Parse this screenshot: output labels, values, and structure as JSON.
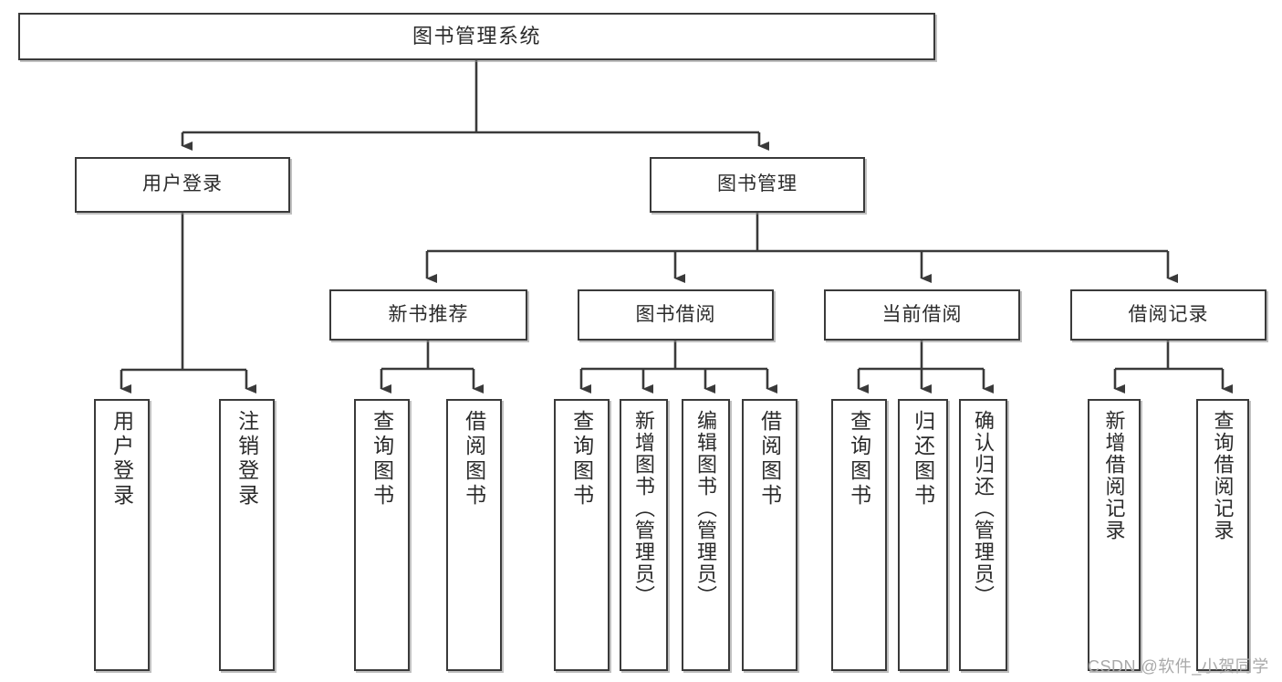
{
  "diagram": {
    "title_node": {
      "label": "图书管理系统"
    },
    "level1": [
      {
        "id": "user-login",
        "label": "用户登录"
      },
      {
        "id": "book-management",
        "label": "图书管理"
      }
    ],
    "level2": [
      {
        "id": "new-book-recommend",
        "label": "新书推荐"
      },
      {
        "id": "book-borrow",
        "label": "图书借阅"
      },
      {
        "id": "current-borrow",
        "label": "当前借阅"
      },
      {
        "id": "borrow-record",
        "label": "借阅记录"
      }
    ],
    "leaves": [
      {
        "id": "leaf-user-login",
        "label": "用户登录",
        "parent": "user-login"
      },
      {
        "id": "leaf-user-logout",
        "label": "注销登录",
        "parent": "user-login"
      },
      {
        "id": "leaf-query-book-1",
        "label": "查询图书",
        "parent": "new-book-recommend"
      },
      {
        "id": "leaf-borrow-book-1",
        "label": "借阅图书",
        "parent": "new-book-recommend"
      },
      {
        "id": "leaf-query-book-2",
        "label": "查询图书",
        "parent": "book-borrow"
      },
      {
        "id": "leaf-add-book",
        "label": "新增图书（管理员）",
        "parent": "book-borrow"
      },
      {
        "id": "leaf-edit-book",
        "label": "编辑图书（管理员）",
        "parent": "book-borrow"
      },
      {
        "id": "leaf-borrow-book-2",
        "label": "借阅图书",
        "parent": "book-borrow"
      },
      {
        "id": "leaf-query-book-3",
        "label": "查询图书",
        "parent": "current-borrow"
      },
      {
        "id": "leaf-return-book",
        "label": "归还图书",
        "parent": "current-borrow"
      },
      {
        "id": "leaf-confirm-return",
        "label": "确认归还（管理员）",
        "parent": "current-borrow"
      },
      {
        "id": "leaf-add-record",
        "label": "新增借阅记录",
        "parent": "borrow-record"
      },
      {
        "id": "leaf-query-record",
        "label": "查询借阅记录",
        "parent": "borrow-record"
      }
    ],
    "watermark": "CSDN @软件_小贺同学",
    "colors": {
      "line": "#3a3a3a",
      "box_border": "#3a3a3a",
      "box_fill": "#ffffff",
      "text": "#2b2b2b",
      "watermark": "#a9a9a9",
      "background": "#ffffff"
    }
  }
}
